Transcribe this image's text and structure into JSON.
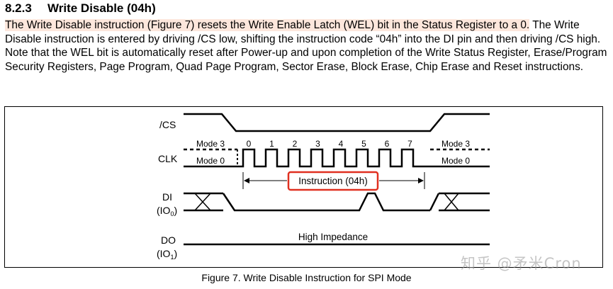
{
  "section": {
    "number": "8.2.3",
    "title": "Write Disable (04h)"
  },
  "paragraph": {
    "highlight": "The Write Disable instruction (Figure 7) resets the Write Enable Latch (WEL) bit in the Status Register to a 0.",
    "rest": " The Write Disable instruction is entered by driving /CS low, shifting the instruction code “04h” into the DI pin and then driving /CS high. Note that the WEL bit is automatically reset after Power-up and upon completion of the Write Status Register, Erase/Program Security Registers, Page Program, Quad Page Program, Sector Erase, Block Erase, Chip Erase and Reset instructions."
  },
  "diagram": {
    "signals": {
      "cs": "/CS",
      "clk": "CLK",
      "di": "DI",
      "di_sub_pre": "(IO",
      "di_sub": "0",
      "di_sub_post": ")",
      "do": "DO",
      "do_sub_pre": "(IO",
      "do_sub": "1",
      "do_sub_post": ")"
    },
    "mode3": "Mode 3",
    "mode0": "Mode 0",
    "clock_numbers": [
      "0",
      "1",
      "2",
      "3",
      "4",
      "5",
      "6",
      "7"
    ],
    "instruction_label": "Instruction (04h)",
    "high_impedance": "High Impedance",
    "highlight_color": "#e03020"
  },
  "caption": "Figure 7. Write Disable Instruction for SPI Mode",
  "watermark": "知乎 @矛米Cron"
}
